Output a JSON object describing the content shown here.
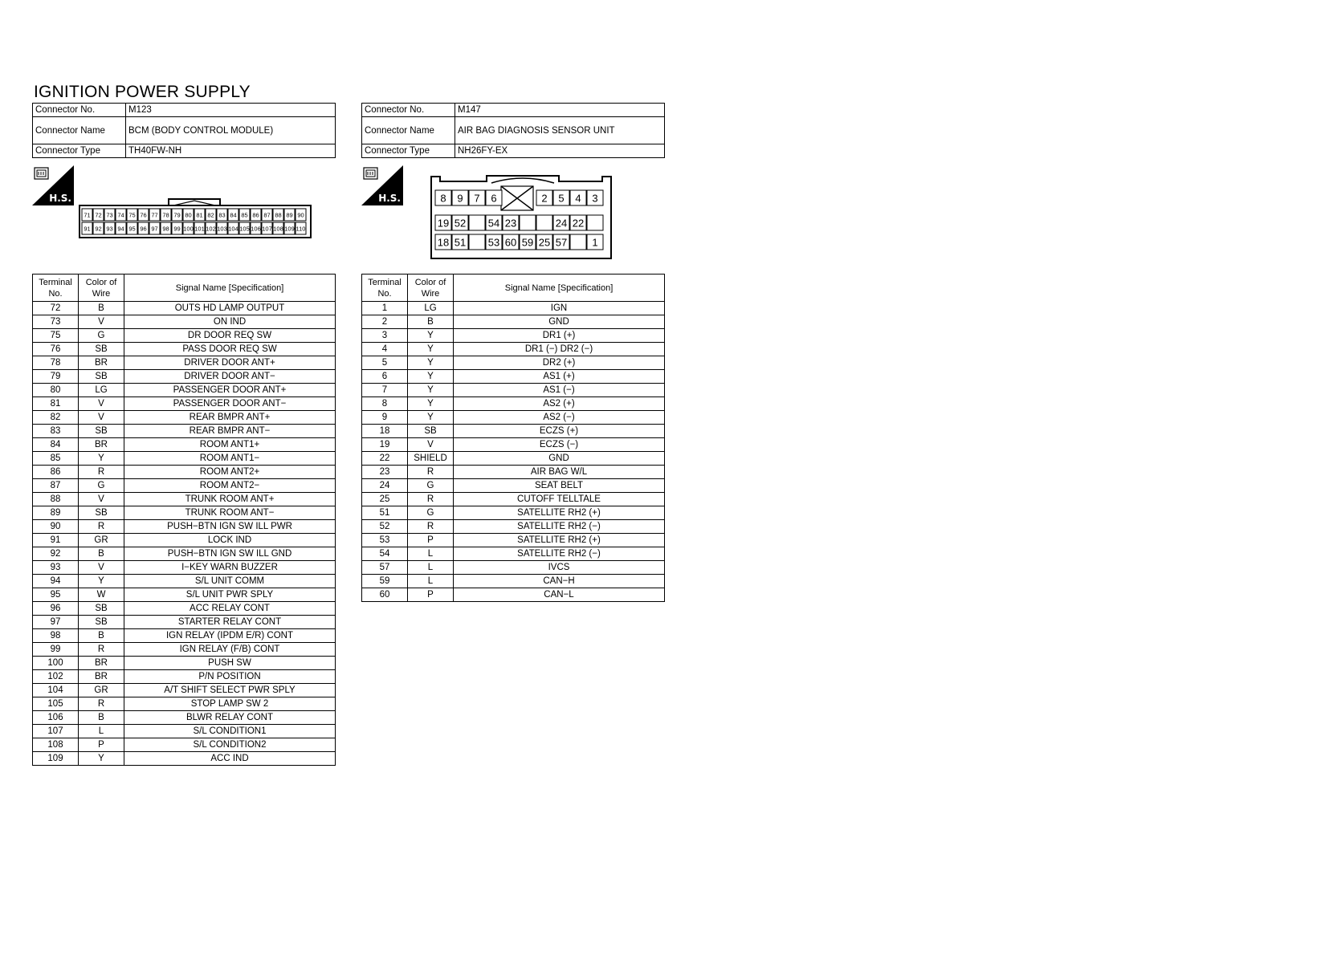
{
  "title": "IGNITION POWER SUPPLY",
  "connector_label_no": "Connector No.",
  "connector_label_name": "Connector Name",
  "connector_label_type": "Connector Type",
  "hs_label": "H.S.",
  "col_terminal": "Terminal No.",
  "col_color": "Color of Wire",
  "col_signal": "Signal Name [Specification]",
  "left": {
    "connector_no": "M123",
    "connector_name": "BCM (BODY CONTROL MODULE)",
    "connector_type": "TH40FW-NH",
    "pins_top": [
      "71",
      "72",
      "73",
      "74",
      "75",
      "76",
      "77",
      "78",
      "79",
      "80",
      "81",
      "82",
      "83",
      "84",
      "85",
      "86",
      "87",
      "88",
      "89",
      "90"
    ],
    "pins_bottom": [
      "91",
      "92",
      "93",
      "94",
      "95",
      "96",
      "97",
      "98",
      "99",
      "100",
      "101",
      "102",
      "103",
      "104",
      "105",
      "106",
      "107",
      "108",
      "109",
      "110"
    ],
    "rows": [
      {
        "t": "72",
        "c": "B",
        "s": "OUTS HD LAMP OUTPUT"
      },
      {
        "t": "73",
        "c": "V",
        "s": "ON IND"
      },
      {
        "t": "75",
        "c": "G",
        "s": "DR DOOR REQ SW"
      },
      {
        "t": "76",
        "c": "SB",
        "s": "PASS DOOR REQ SW"
      },
      {
        "t": "78",
        "c": "BR",
        "s": "DRIVER DOOR ANT+"
      },
      {
        "t": "79",
        "c": "SB",
        "s": "DRIVER DOOR ANT−"
      },
      {
        "t": "80",
        "c": "LG",
        "s": "PASSENGER DOOR ANT+"
      },
      {
        "t": "81",
        "c": "V",
        "s": "PASSENGER DOOR ANT−"
      },
      {
        "t": "82",
        "c": "V",
        "s": "REAR BMPR ANT+"
      },
      {
        "t": "83",
        "c": "SB",
        "s": "REAR BMPR ANT−"
      },
      {
        "t": "84",
        "c": "BR",
        "s": "ROOM ANT1+"
      },
      {
        "t": "85",
        "c": "Y",
        "s": "ROOM ANT1−"
      },
      {
        "t": "86",
        "c": "R",
        "s": "ROOM ANT2+"
      },
      {
        "t": "87",
        "c": "G",
        "s": "ROOM ANT2−"
      },
      {
        "t": "88",
        "c": "V",
        "s": "TRUNK ROOM ANT+"
      },
      {
        "t": "89",
        "c": "SB",
        "s": "TRUNK ROOM ANT−"
      },
      {
        "t": "90",
        "c": "R",
        "s": "PUSH−BTN IGN SW ILL PWR"
      },
      {
        "t": "91",
        "c": "GR",
        "s": "LOCK IND"
      },
      {
        "t": "92",
        "c": "B",
        "s": "PUSH−BTN IGN SW ILL GND"
      },
      {
        "t": "93",
        "c": "V",
        "s": "I−KEY WARN BUZZER"
      },
      {
        "t": "94",
        "c": "Y",
        "s": "S/L UNIT COMM"
      },
      {
        "t": "95",
        "c": "W",
        "s": "S/L UNIT PWR SPLY"
      },
      {
        "t": "96",
        "c": "SB",
        "s": "ACC RELAY CONT"
      },
      {
        "t": "97",
        "c": "SB",
        "s": "STARTER RELAY CONT"
      },
      {
        "t": "98",
        "c": "B",
        "s": "IGN RELAY (IPDM E/R) CONT"
      },
      {
        "t": "99",
        "c": "R",
        "s": "IGN RELAY (F/B) CONT"
      },
      {
        "t": "100",
        "c": "BR",
        "s": "PUSH SW"
      },
      {
        "t": "102",
        "c": "BR",
        "s": "P/N POSITION"
      },
      {
        "t": "104",
        "c": "GR",
        "s": "A/T SHIFT SELECT PWR SPLY"
      },
      {
        "t": "105",
        "c": "R",
        "s": "STOP LAMP SW 2"
      },
      {
        "t": "106",
        "c": "B",
        "s": "BLWR RELAY CONT"
      },
      {
        "t": "107",
        "c": "L",
        "s": "S/L CONDITION1"
      },
      {
        "t": "108",
        "c": "P",
        "s": "S/L CONDITION2"
      },
      {
        "t": "109",
        "c": "Y",
        "s": "ACC IND"
      }
    ]
  },
  "right": {
    "connector_no": "M147",
    "connector_name": "AIR BAG DIAGNOSIS SENSOR UNIT",
    "connector_type": "NH26FY-EX",
    "pins_row1": [
      "8",
      "9",
      "7",
      "6",
      "",
      "2",
      "5",
      "4",
      "3"
    ],
    "pins_row2": [
      "19",
      "52",
      "",
      "54",
      "23",
      "",
      "",
      "24",
      "22",
      ""
    ],
    "pins_row3": [
      "18",
      "51",
      "",
      "53",
      "60",
      "59",
      "25",
      "57",
      "",
      "1"
    ],
    "rows": [
      {
        "t": "1",
        "c": "LG",
        "s": "IGN"
      },
      {
        "t": "2",
        "c": "B",
        "s": "GND"
      },
      {
        "t": "3",
        "c": "Y",
        "s": "DR1 (+)"
      },
      {
        "t": "4",
        "c": "Y",
        "s": "DR1 (−) DR2 (−)"
      },
      {
        "t": "5",
        "c": "Y",
        "s": "DR2 (+)"
      },
      {
        "t": "6",
        "c": "Y",
        "s": "AS1 (+)"
      },
      {
        "t": "7",
        "c": "Y",
        "s": "AS1 (−)"
      },
      {
        "t": "8",
        "c": "Y",
        "s": "AS2 (+)"
      },
      {
        "t": "9",
        "c": "Y",
        "s": "AS2 (−)"
      },
      {
        "t": "18",
        "c": "SB",
        "s": "ECZS (+)"
      },
      {
        "t": "19",
        "c": "V",
        "s": "ECZS (−)"
      },
      {
        "t": "22",
        "c": "SHIELD",
        "s": "GND"
      },
      {
        "t": "23",
        "c": "R",
        "s": "AIR BAG W/L"
      },
      {
        "t": "24",
        "c": "G",
        "s": "SEAT BELT"
      },
      {
        "t": "25",
        "c": "R",
        "s": "CUTOFF TELLTALE"
      },
      {
        "t": "51",
        "c": "G",
        "s": "SATELLITE RH2 (+)"
      },
      {
        "t": "52",
        "c": "R",
        "s": "SATELLITE RH2 (−)"
      },
      {
        "t": "53",
        "c": "P",
        "s": "SATELLITE RH2 (+)"
      },
      {
        "t": "54",
        "c": "L",
        "s": "SATELLITE RH2 (−)"
      },
      {
        "t": "57",
        "c": "L",
        "s": "IVCS"
      },
      {
        "t": "59",
        "c": "L",
        "s": "CAN−H"
      },
      {
        "t": "60",
        "c": "P",
        "s": "CAN−L"
      }
    ]
  }
}
